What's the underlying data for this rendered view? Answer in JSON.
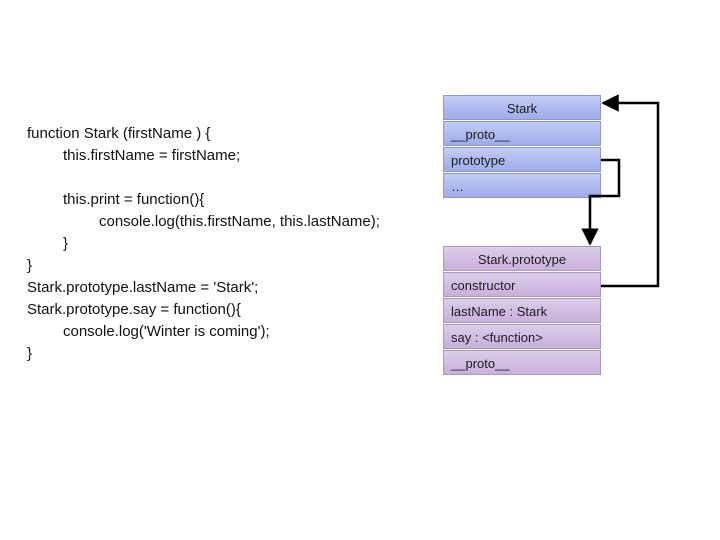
{
  "code": {
    "lines": [
      "function Stark (firstName ) {",
      "this.firstName = firstName;",
      "",
      "this.print = function(){",
      "console.log(this.firstName, this.lastName);",
      "}",
      "}",
      "Stark.prototype.lastName = 'Stark';",
      "Stark.prototype.say = function(){",
      "console.log('Winter is coming');",
      "}"
    ]
  },
  "stark_box": {
    "title": "Stark",
    "rows": [
      "__proto__",
      "prototype",
      "…"
    ]
  },
  "prototype_box": {
    "title": "Stark.prototype",
    "rows": [
      "constructor",
      "lastName : Stark",
      "say :  <function>",
      "__proto__"
    ]
  },
  "colors": {
    "stark_box": "#a9b5ee",
    "prototype_box": "#d3c0e4",
    "arrow": "#000000"
  }
}
